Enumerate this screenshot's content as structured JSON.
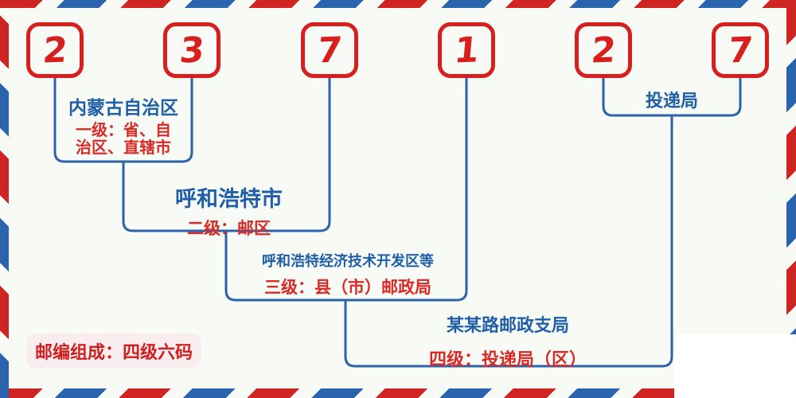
{
  "colors": {
    "stripe_red": "#d02423",
    "stripe_blue": "#2a64ae",
    "digit_box_red": "#d7201e",
    "connector_blue": "#2b63a8",
    "label_blue": "#1f5fa8",
    "label_red": "#da2a26",
    "background": "#f8faf5",
    "badge_background": "#f9edf0",
    "badge_text_red": "#cf2020"
  },
  "postal_code": {
    "digits": [
      "2",
      "3",
      "7",
      "1",
      "2",
      "7"
    ]
  },
  "levels": [
    {
      "place": "内蒙古自治区",
      "desc_line1": "一级：省、自",
      "desc_line2": "治区、直辖市"
    },
    {
      "place": "呼和浩特市",
      "desc": "二级：邮区"
    },
    {
      "place": "呼和浩特经济技术开发区等",
      "desc": "三级：县（市）邮政局"
    },
    {
      "place": "某某路邮政支局",
      "desc": "四级：投递局（区）"
    }
  ],
  "delivery_office": {
    "label": "投递局"
  },
  "footer_badge": {
    "label": "邮编组成：四级六码"
  }
}
